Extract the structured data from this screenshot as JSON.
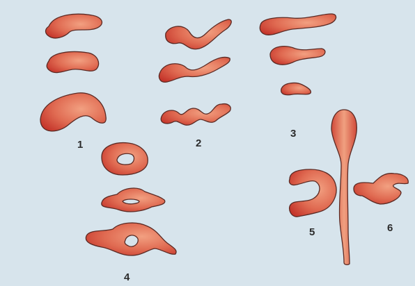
{
  "labels": {
    "g1": "1",
    "g2": "2",
    "g3": "3",
    "g4": "4",
    "g5": "5",
    "g6": "6"
  },
  "colors": {
    "background": "#d7e4ec",
    "shape_center": "#f2a081",
    "shape_edge": "#c4342a",
    "outline": "#5a2a24",
    "hole": "#ffffff",
    "label": "#2b2b2b"
  }
}
